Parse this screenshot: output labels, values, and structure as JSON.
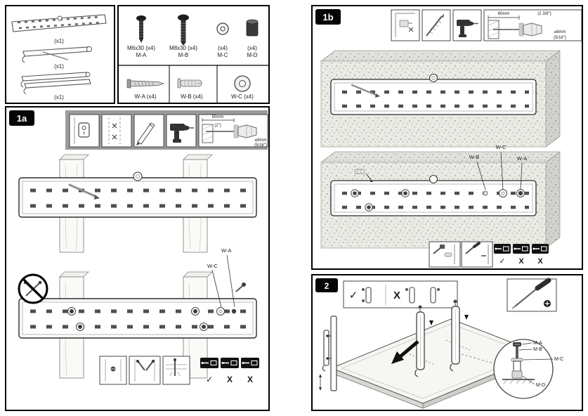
{
  "colors": {
    "panel_border": "#000000",
    "header_bar": "#9b9b9b",
    "concrete": "#ebebe6",
    "ink": "#1a1a1a"
  },
  "parts": {
    "items": [
      {
        "name": "wall-plate",
        "qty": "(x1)"
      },
      {
        "name": "tv-arm-a",
        "qty": "(x1)"
      },
      {
        "name": "tv-arm-b",
        "qty": "(x1)"
      }
    ]
  },
  "hardware": {
    "row1": [
      {
        "size": "M6x30 (x4)",
        "code": "M-A"
      },
      {
        "size": "M8x30 (x4)",
        "code": "M-B"
      },
      {
        "size": "(x4)",
        "code": "M-C"
      },
      {
        "size": "(x4)",
        "code": "M-D"
      }
    ],
    "row2": [
      {
        "code": "W-A (x4)"
      },
      {
        "code": "W-B (x4)"
      },
      {
        "code": "W-C (x4)"
      }
    ]
  },
  "step1a": {
    "label": "1a",
    "depth_mm": "50mm",
    "depth_in": "(2\")",
    "dia_mm": "⌀8mm",
    "dia_in": "(5/16\")",
    "callout_wa": "W-A",
    "callout_wc": "W-C",
    "marks": [
      "✓",
      "X",
      "X"
    ]
  },
  "step1b": {
    "label": "1b",
    "depth_mm": "60mm",
    "depth_in": "(2 3/8\")",
    "dia_mm": "⌀8mm",
    "dia_in": "(5/16\")",
    "callout_wb": "W-B",
    "callout_wc": "W-C",
    "callout_wa": "W-A",
    "marks": [
      "✓",
      "X",
      "X"
    ]
  },
  "step2": {
    "label": "2",
    "check": "✓",
    "cross": "X",
    "callout_ma": "M-A",
    "callout_mb": "M-B",
    "callout_mc": "M-C",
    "callout_md": "M-D"
  }
}
